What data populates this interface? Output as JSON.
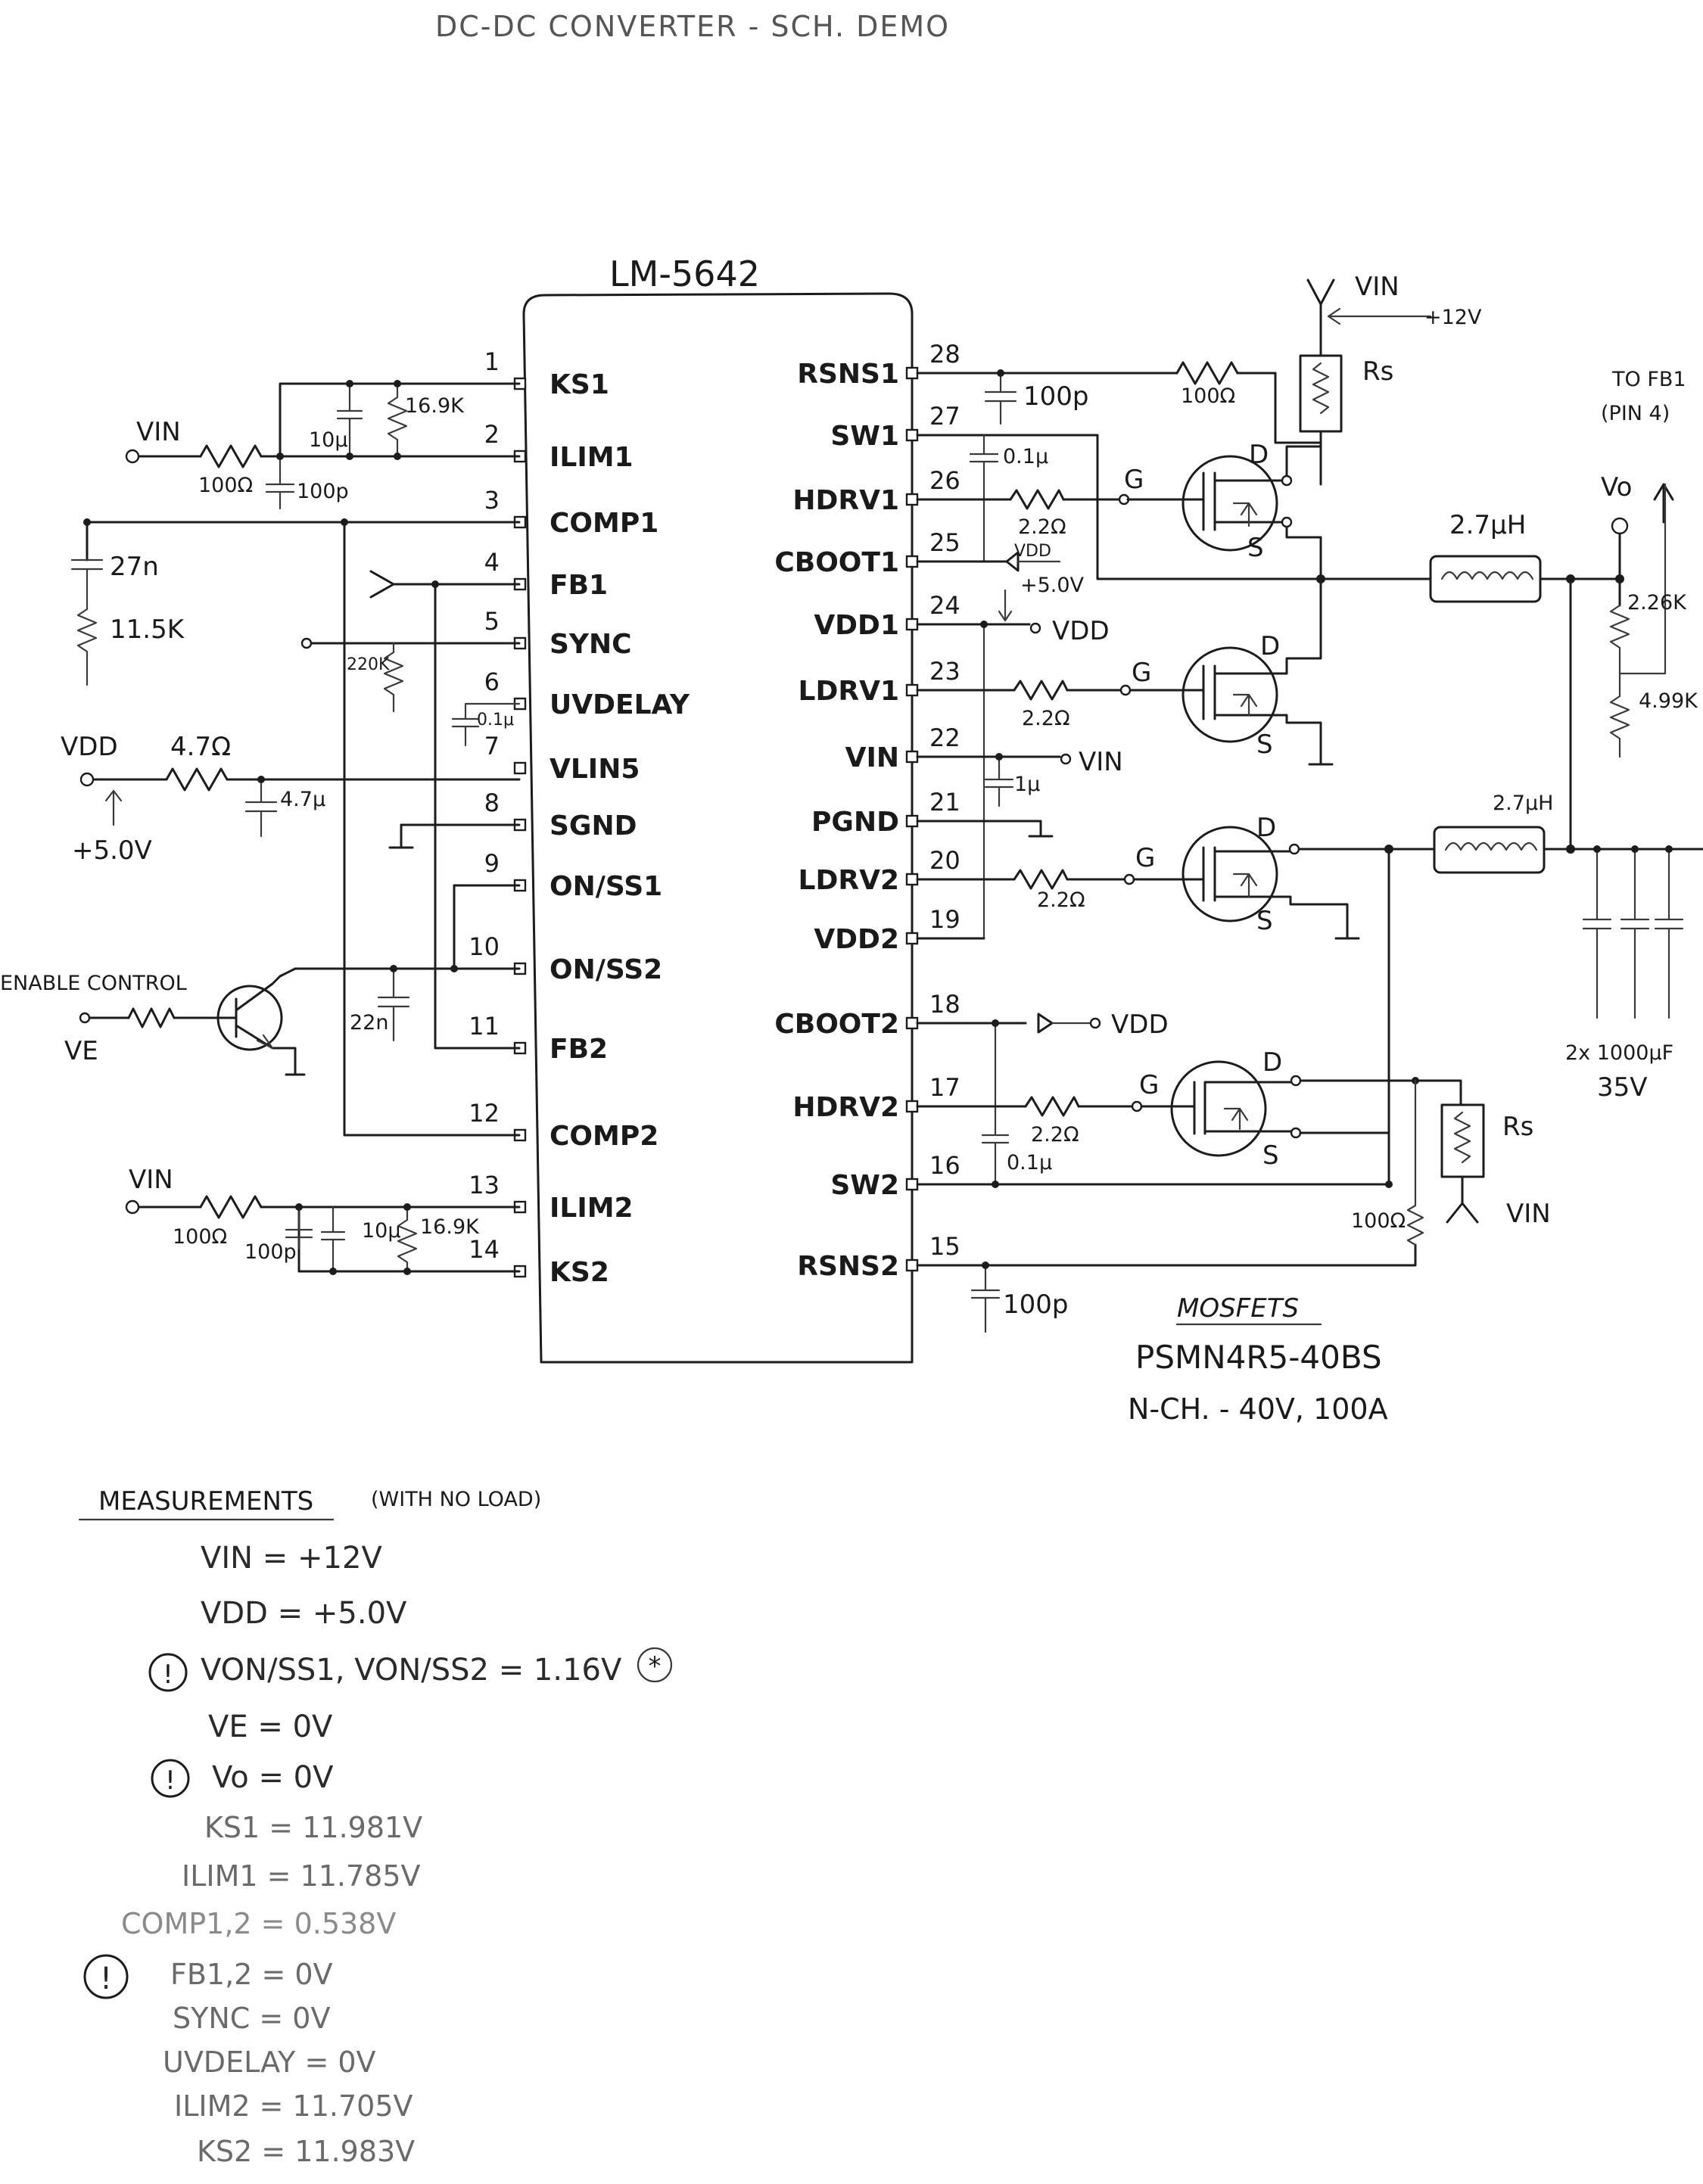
{
  "header": {
    "title": "DC-DC CONVERTER  -  SCH. DEMO"
  },
  "ic": {
    "name": "LM-5642",
    "left_pins": [
      {
        "num": "1",
        "name": "KS1"
      },
      {
        "num": "2",
        "name": "ILIM1"
      },
      {
        "num": "3",
        "name": "COMP1"
      },
      {
        "num": "4",
        "name": "FB1"
      },
      {
        "num": "5",
        "name": "SYNC"
      },
      {
        "num": "6",
        "name": "UVDELAY"
      },
      {
        "num": "7",
        "name": "VLIN5"
      },
      {
        "num": "8",
        "name": "SGND"
      },
      {
        "num": "9",
        "name": "ON/SS1"
      },
      {
        "num": "10",
        "name": "ON/SS2"
      },
      {
        "num": "11",
        "name": "FB2"
      },
      {
        "num": "12",
        "name": "COMP2"
      },
      {
        "num": "13",
        "name": "ILIM2"
      },
      {
        "num": "14",
        "name": "KS2"
      }
    ],
    "right_pins": [
      {
        "num": "28",
        "name": "RSNS1"
      },
      {
        "num": "27",
        "name": "SW1"
      },
      {
        "num": "26",
        "name": "HDRV1"
      },
      {
        "num": "25",
        "name": "CBOOT1"
      },
      {
        "num": "24",
        "name": "VDD1"
      },
      {
        "num": "23",
        "name": "LDRV1"
      },
      {
        "num": "22",
        "name": "VIN"
      },
      {
        "num": "21",
        "name": "PGND"
      },
      {
        "num": "20",
        "name": "LDRV2"
      },
      {
        "num": "19",
        "name": "VDD2"
      },
      {
        "num": "18",
        "name": "CBOOT2"
      },
      {
        "num": "17",
        "name": "HDRV2"
      },
      {
        "num": "16",
        "name": "SW2"
      },
      {
        "num": "15",
        "name": "RSNS2"
      }
    ]
  },
  "components": {
    "r_100": "100Ω",
    "c_100p": "100p",
    "c_10u": "10μ",
    "r_16k9": "16.9K",
    "c_27n": "27n",
    "r_11k5": "11.5K",
    "r_220k": "220K",
    "c_0u1": "0.1μ",
    "r_4r7": "4.7Ω",
    "c_4u7": "4.7μ",
    "c_22n": "22n",
    "r_2r2": "2.2Ω",
    "c_1u": "1μ",
    "ind": "2.7μH",
    "r_2k26": "2.26K",
    "r_4k99": "4.99K",
    "caps": "2x 1000μF",
    "caps_v": "35V",
    "rs": "Rs",
    "gate": "G",
    "drain": "D",
    "source": "S"
  },
  "nets": {
    "vin": "VIN",
    "vin_12": "+12V",
    "vdd": "VDD",
    "vdd_5": "+5.0V",
    "vo": "Vo",
    "ve": "VE",
    "enable": "ENABLE CONTROL",
    "to_fb": "TO FB1",
    "to_fb_pin": "(PIN 4)"
  },
  "mosfet_note": {
    "title": "MOSFETS",
    "part": "PSMN4R5-40BS",
    "spec": "N-CH. - 40V, 100A"
  },
  "measurements": {
    "title": "MEASUREMENTS",
    "subtitle": "(WITH NO LOAD)",
    "lines": [
      "VIN = +12V",
      "VDD = +5.0V",
      "VON/SS1, VON/SS2 = 1.16V",
      "VE = 0V",
      "Vo = 0V",
      "KS1 = 11.981V",
      "ILIM1 = 11.785V",
      "COMP1,2 = 0.538V",
      "FB1,2 = 0V",
      "SYNC = 0V",
      "UVDELAY = 0V",
      "ILIM2 = 11.705V",
      "KS2 = 11.983V"
    ],
    "warn_mark": "!",
    "star_mark": "*"
  }
}
